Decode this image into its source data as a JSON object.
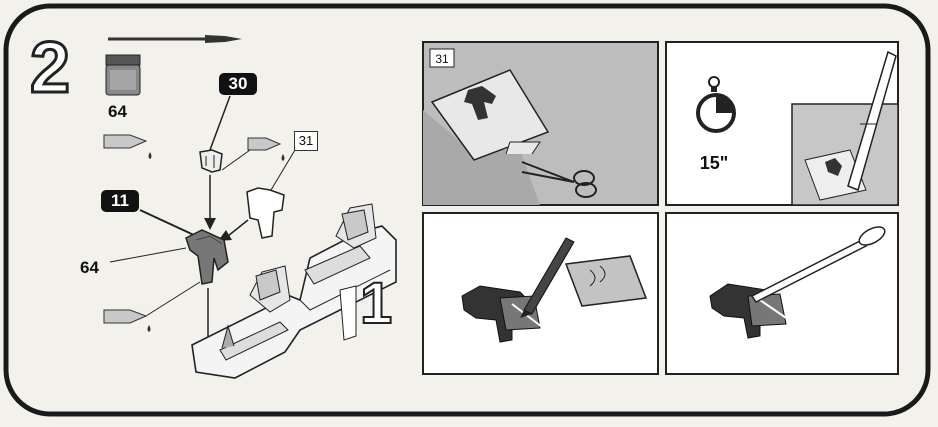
{
  "step": {
    "number": "2"
  },
  "paint": {
    "color_code": "64"
  },
  "parts": {
    "part_30": "30",
    "part_11": "11",
    "part_31": "31",
    "part_11_color": "64",
    "seat_number": "1"
  },
  "panels": {
    "decal_number": "31",
    "soak_time": "15\""
  },
  "colors": {
    "line": "#1a1a1a",
    "panel_gray": "#bdbdbd",
    "badge": "#111111",
    "paper": "#f3f1ec"
  }
}
